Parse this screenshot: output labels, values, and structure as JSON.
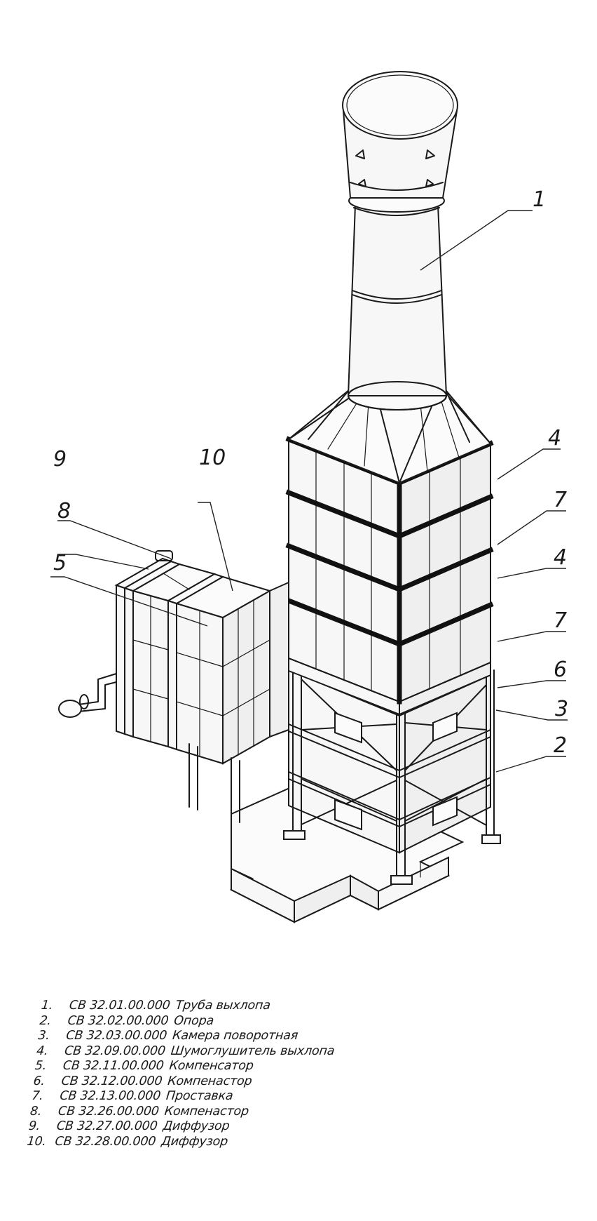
{
  "callouts": {
    "c1": "1",
    "c2": "2",
    "c3": "3",
    "c4a": "4",
    "c4b": "4",
    "c5": "5",
    "c6": "6",
    "c7a": "7",
    "c7b": "7",
    "c8": "8",
    "c9": "9",
    "c10": "10"
  },
  "legend": [
    {
      "num": "1.",
      "code": "СВ 32.01.00.000",
      "name": "Труба выхлопа"
    },
    {
      "num": "2.",
      "code": "СВ 32.02.00.000",
      "name": "Опора"
    },
    {
      "num": "3.",
      "code": "СВ 32.03.00.000",
      "name": "Камера поворотная"
    },
    {
      "num": "4.",
      "code": "СВ 32.09.00.000",
      "name": "Шумоглушитель выхлопа"
    },
    {
      "num": "5.",
      "code": "СВ 32.11.00.000",
      "name": "Компенсатор"
    },
    {
      "num": "6.",
      "code": "СВ 32.12.00.000",
      "name": "Компенастор"
    },
    {
      "num": "7.",
      "code": "СВ 32.13.00.000",
      "name": "Проставка"
    },
    {
      "num": "8.",
      "code": "СВ 32.26.00.000",
      "name": "Компенастор"
    },
    {
      "num": "9.",
      "code": "СВ 32.27.00.000",
      "name": "Диффузор"
    },
    {
      "num": "10.",
      "code": "СВ 32.28.00.000",
      "name": "Диффузор"
    }
  ]
}
